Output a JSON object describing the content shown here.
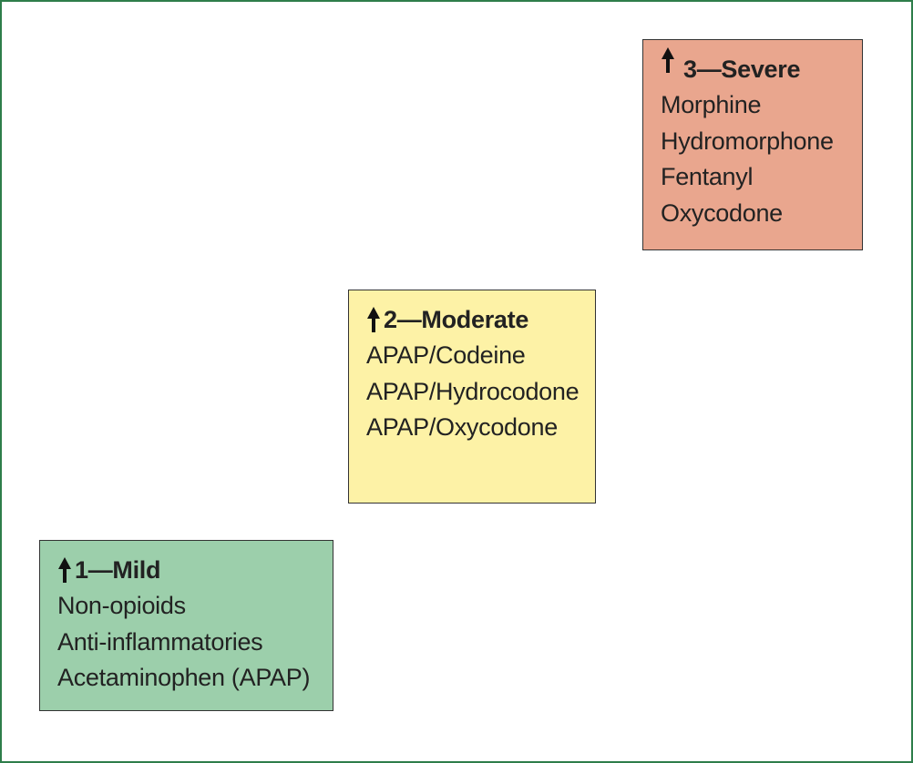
{
  "steps": [
    {
      "id": "mild",
      "title": "1—Mild",
      "color": "#9ccfab",
      "icon": "up-arrow-icon",
      "drugs": [
        "Non-opioids",
        "Anti-inflammatories",
        "Acetaminophen (APAP)"
      ]
    },
    {
      "id": "moderate",
      "title": "2—Moderate",
      "color": "#fdf2a6",
      "icon": "up-arrow-icon",
      "drugs": [
        "APAP/Codeine",
        "APAP/Hydrocodone",
        "APAP/Oxycodone"
      ]
    },
    {
      "id": "severe",
      "title": "3—Severe",
      "color": "#e9a68e",
      "icon": "up-arrow-icon",
      "drugs": [
        "Morphine",
        "Hydromorphone",
        "Fentanyl",
        "Oxycodone"
      ]
    }
  ],
  "colors": {
    "frame_border": "#2e7d4a",
    "box_border": "#333333",
    "text": "#222222"
  }
}
